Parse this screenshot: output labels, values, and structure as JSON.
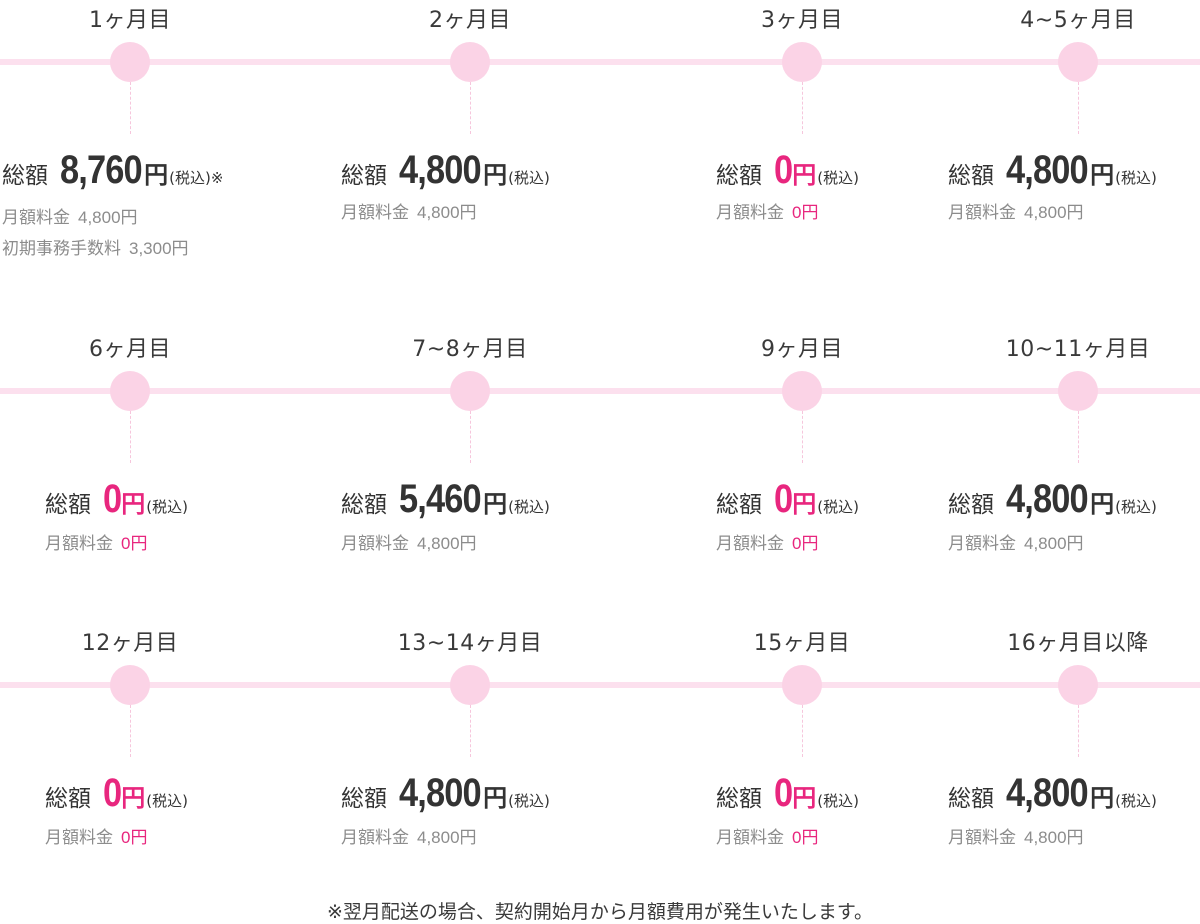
{
  "rows": [
    {
      "items": [
        {
          "period": "1ヶ月目",
          "total_label": "総額",
          "amount": "8,760",
          "yen": "円",
          "tax": "(税込)",
          "note": "※",
          "pink": false,
          "fee_label": "月額料金",
          "fee_value": "4,800円",
          "extra_label": "初期事務手数料",
          "extra_value": "3,300円"
        },
        {
          "period": "2ヶ月目",
          "total_label": "総額",
          "amount": "4,800",
          "yen": "円",
          "tax": "(税込)",
          "pink": false,
          "fee_label": "月額料金",
          "fee_value": "4,800円"
        },
        {
          "period": "3ヶ月目",
          "total_label": "総額",
          "amount": "0",
          "yen": "円",
          "tax": "(税込)",
          "pink": true,
          "fee_label": "月額料金",
          "fee_value": "0円"
        },
        {
          "period": "4~5ヶ月目",
          "total_label": "総額",
          "amount": "4,800",
          "yen": "円",
          "tax": "(税込)",
          "pink": false,
          "fee_label": "月額料金",
          "fee_value": "4,800円"
        }
      ]
    },
    {
      "items": [
        {
          "period": "6ヶ月目",
          "total_label": "総額",
          "amount": "0",
          "yen": "円",
          "tax": "(税込)",
          "pink": true,
          "fee_label": "月額料金",
          "fee_value": "0円"
        },
        {
          "period": "7~8ヶ月目",
          "total_label": "総額",
          "amount": "5,460",
          "yen": "円",
          "tax": "(税込)",
          "pink": false,
          "fee_label": "月額料金",
          "fee_value": "4,800円"
        },
        {
          "period": "9ヶ月目",
          "total_label": "総額",
          "amount": "0",
          "yen": "円",
          "tax": "(税込)",
          "pink": true,
          "fee_label": "月額料金",
          "fee_value": "0円"
        },
        {
          "period": "10~11ヶ月目",
          "total_label": "総額",
          "amount": "4,800",
          "yen": "円",
          "tax": "(税込)",
          "pink": false,
          "fee_label": "月額料金",
          "fee_value": "4,800円"
        }
      ]
    },
    {
      "items": [
        {
          "period": "12ヶ月目",
          "total_label": "総額",
          "amount": "0",
          "yen": "円",
          "tax": "(税込)",
          "pink": true,
          "fee_label": "月額料金",
          "fee_value": "0円"
        },
        {
          "period": "13~14ヶ月目",
          "total_label": "総額",
          "amount": "4,800",
          "yen": "円",
          "tax": "(税込)",
          "pink": false,
          "fee_label": "月額料金",
          "fee_value": "4,800円"
        },
        {
          "period": "15ヶ月目",
          "total_label": "総額",
          "amount": "0",
          "yen": "円",
          "tax": "(税込)",
          "pink": true,
          "fee_label": "月額料金",
          "fee_value": "0円"
        },
        {
          "period": "16ヶ月目以降",
          "total_label": "総額",
          "amount": "4,800",
          "yen": "円",
          "tax": "(税込)",
          "pink": false,
          "fee_label": "月額料金",
          "fee_value": "4,800円"
        }
      ]
    }
  ],
  "footnote": "※翌月配送の場合、契約開始月から月額費用が発生いたします。",
  "colors": {
    "accent": "#e8267e",
    "timeline": "#fce0ee",
    "node": "#fbd3e6",
    "text": "#333333",
    "muted": "#8c8c8c"
  }
}
